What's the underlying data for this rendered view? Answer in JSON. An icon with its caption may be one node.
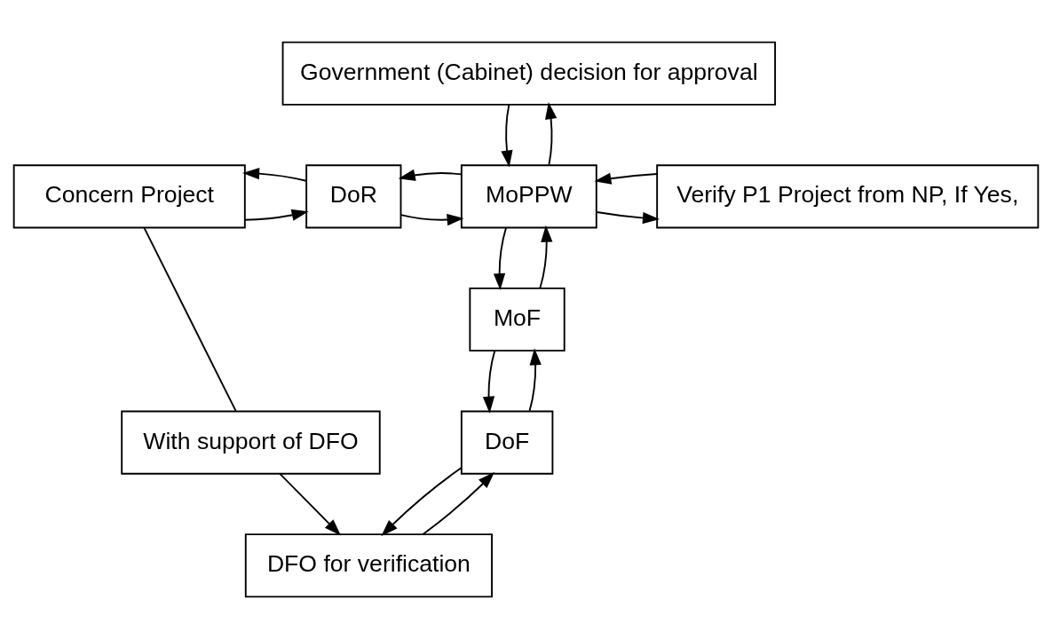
{
  "diagram": {
    "nodes": [
      {
        "text": [
          "Government (Cabinet) decision for approval"
        ]
      },
      {
        "text": [
          "Concern Project"
        ]
      },
      {
        "text": [
          "DoR"
        ]
      },
      {
        "text": [
          "MoPPW"
        ]
      },
      {
        "text": [
          "Verify P1 Project from NP, If Yes,"
        ]
      },
      {
        "text": [
          "MoF"
        ]
      },
      {
        "text": [
          "With support of DFO"
        ]
      },
      {
        "text": [
          "DoF"
        ]
      },
      {
        "text": [
          "DFO for verification"
        ]
      }
    ],
    "edges": [
      {
        "from": 1,
        "to": 2,
        "arrow": "to"
      },
      {
        "from": 2,
        "to": 1,
        "arrow": "to"
      },
      {
        "from": 2,
        "to": 3,
        "arrow": "to"
      },
      {
        "from": 3,
        "to": 2,
        "arrow": "to"
      },
      {
        "from": 3,
        "to": 4,
        "arrow": "to"
      },
      {
        "from": 4,
        "to": 3,
        "arrow": "to"
      },
      {
        "from": 0,
        "to": 3,
        "arrow": "to"
      },
      {
        "from": 3,
        "to": 0,
        "arrow": "to"
      },
      {
        "from": 3,
        "to": 5,
        "arrow": "to"
      },
      {
        "from": 5,
        "to": 3,
        "arrow": "to"
      },
      {
        "from": 5,
        "to": 7,
        "arrow": "to"
      },
      {
        "from": 7,
        "to": 5,
        "arrow": "to"
      },
      {
        "from": 7,
        "to": 8,
        "arrow": "to"
      },
      {
        "from": 8,
        "to": 7,
        "arrow": "to"
      },
      {
        "from": 1,
        "to": 6,
        "arrow": "none"
      },
      {
        "from": 6,
        "to": 8,
        "arrow": "to"
      }
    ]
  }
}
